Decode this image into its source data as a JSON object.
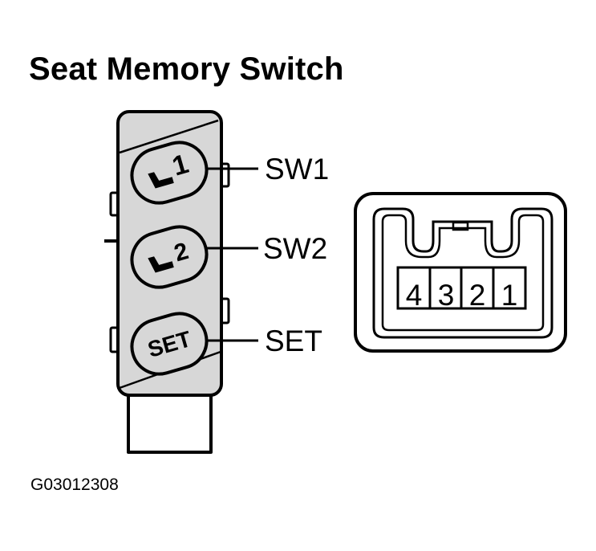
{
  "title": "Seat Memory Switch",
  "figure_code": "G03012308",
  "switch": {
    "buttons": [
      {
        "label": "1",
        "icon": "seat-icon"
      },
      {
        "label": "2",
        "icon": "seat-icon"
      },
      {
        "label": "SET"
      }
    ],
    "callouts": [
      "SW1",
      "SW2",
      "SET"
    ]
  },
  "connector": {
    "pins": [
      "4",
      "3",
      "2",
      "1"
    ]
  },
  "colors": {
    "switch_body": "#d7d7d7",
    "line": "#000000"
  }
}
